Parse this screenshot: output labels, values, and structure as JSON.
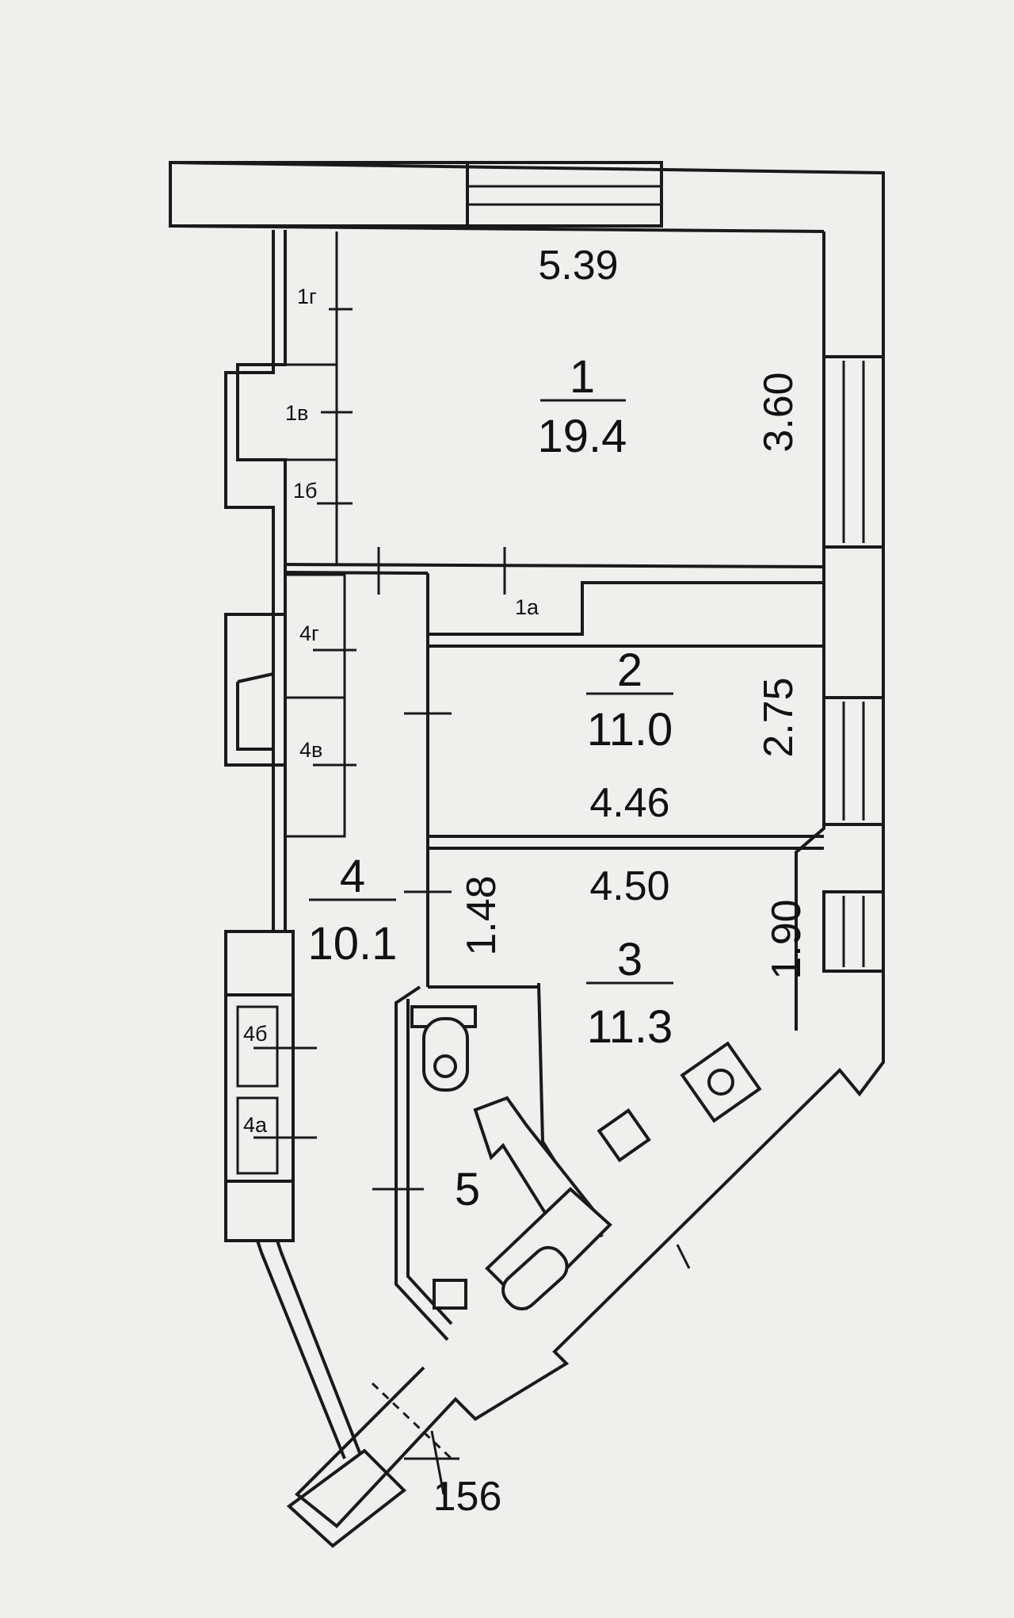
{
  "rooms": [
    {
      "number": "1",
      "area": "19.4"
    },
    {
      "number": "2",
      "area": "11.0"
    },
    {
      "number": "3",
      "area": "11.3"
    },
    {
      "number": "4",
      "area": "10.1"
    },
    {
      "number": "5"
    }
  ],
  "sub_rooms": [
    "1г",
    "1в",
    "1б",
    "1а",
    "4г",
    "4в",
    "4б",
    "4а"
  ],
  "dimensions": {
    "room1_width": "5.39",
    "room1_depth": "3.60",
    "room2_depth": "2.75",
    "room2_width": "4.46",
    "room3_width": "4.50",
    "room3_depth": "1.90",
    "corridor_width": "1.48"
  },
  "entrance_label": "156"
}
